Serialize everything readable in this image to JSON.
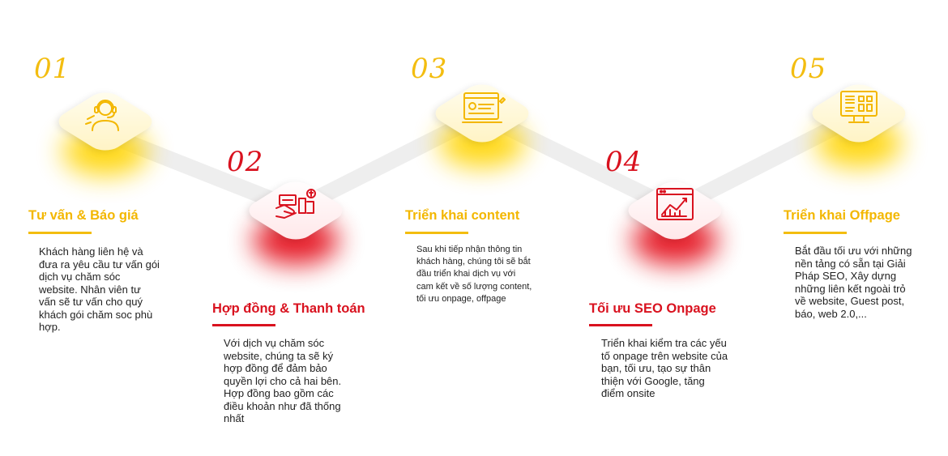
{
  "steps": [
    {
      "number": "01",
      "title": "Tư vấn & Báo giá",
      "icon": "support-agent-icon",
      "description": "Khách hàng liên hệ và đưa ra yêu cầu tư vấn gói dịch vụ chăm sóc website. Nhân viên tư vấn sẽ tư vấn cho quý khách gói chăm soc phù hợp."
    },
    {
      "number": "02",
      "title": "Hợp đồng & Thanh toán",
      "icon": "handshake-payment-icon",
      "description": "Với dịch vụ chăm sóc website, chúng ta sẽ ký hợp đồng để đảm bảo quyền lợi cho cả hai bên. Hợp đồng bao gồm các điều khoản như đã thống nhất"
    },
    {
      "number": "03",
      "title": "Triển khai content",
      "icon": "content-writing-icon",
      "description": "Sau khi tiếp nhận thông tin khách hàng, chúng tôi sẽ bắt đầu triển khai dịch vụ với cam kết về số lượng content, tối ưu onpage, offpage"
    },
    {
      "number": "04",
      "title": "Tối ưu SEO Onpage",
      "icon": "browser-analytics-icon",
      "description": "Triển khai kiểm tra các yếu tố onpage trên website của bạn, tối ưu, tạo sự thân thiện với Google, tăng điểm onsite"
    },
    {
      "number": "05",
      "title": "Triển khai Offpage",
      "icon": "monitor-dashboard-icon",
      "description": "Bắt đầu tối ưu với những nền tảng có sẵn tại Giải Pháp SEO, Xây dựng những liên kết ngoài trỏ về website, Guest post, báo, web 2.0,..."
    }
  ],
  "colors": {
    "yellow": "#f3bd10",
    "red": "#d9121f",
    "connector": "#eeeeee",
    "text": "#222222"
  }
}
